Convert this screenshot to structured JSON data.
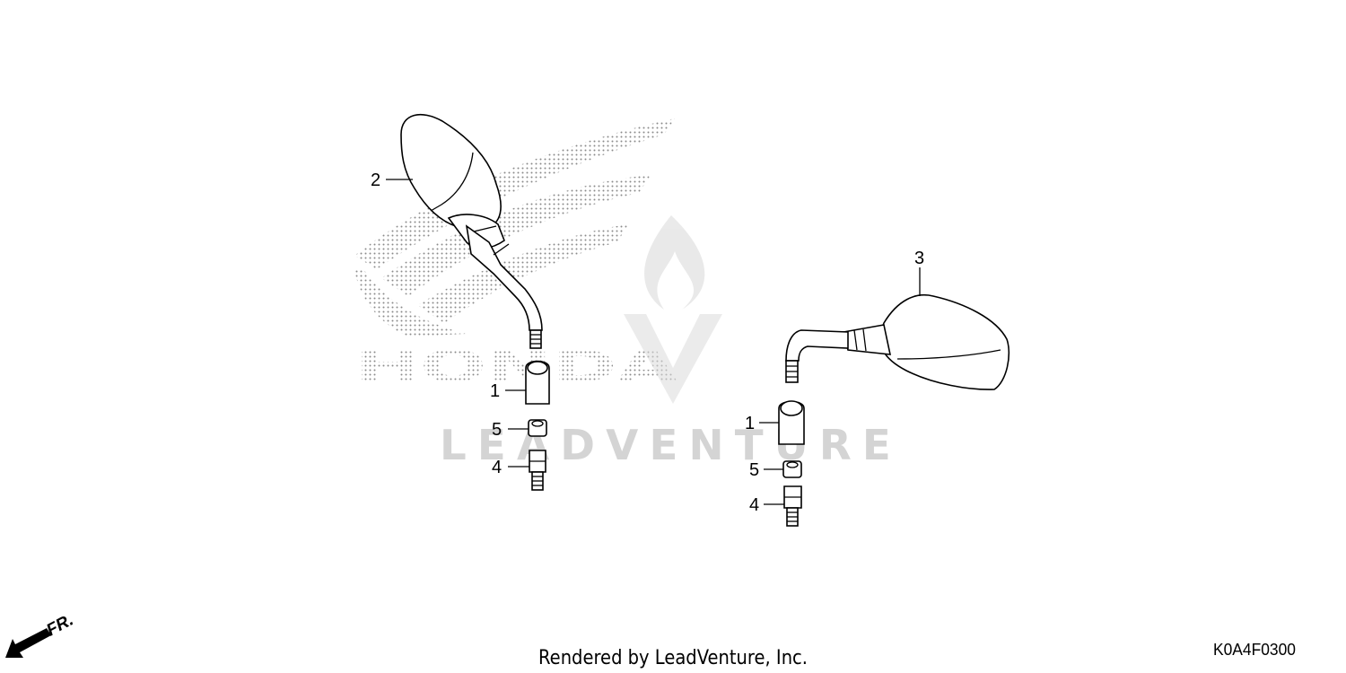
{
  "parts": [
    {
      "ref": "1",
      "label": "1"
    },
    {
      "ref": "2",
      "label": "2"
    },
    {
      "ref": "3",
      "label": "3"
    },
    {
      "ref": "4",
      "label": "4"
    },
    {
      "ref": "5",
      "label": "5"
    }
  ],
  "watermark_text": "LEADVENTURE",
  "logo_text": "HONDA",
  "front_indicator": "FR.",
  "footer": "Rendered by LeadVenture, Inc.",
  "diagram_code": "K0A4F0300"
}
